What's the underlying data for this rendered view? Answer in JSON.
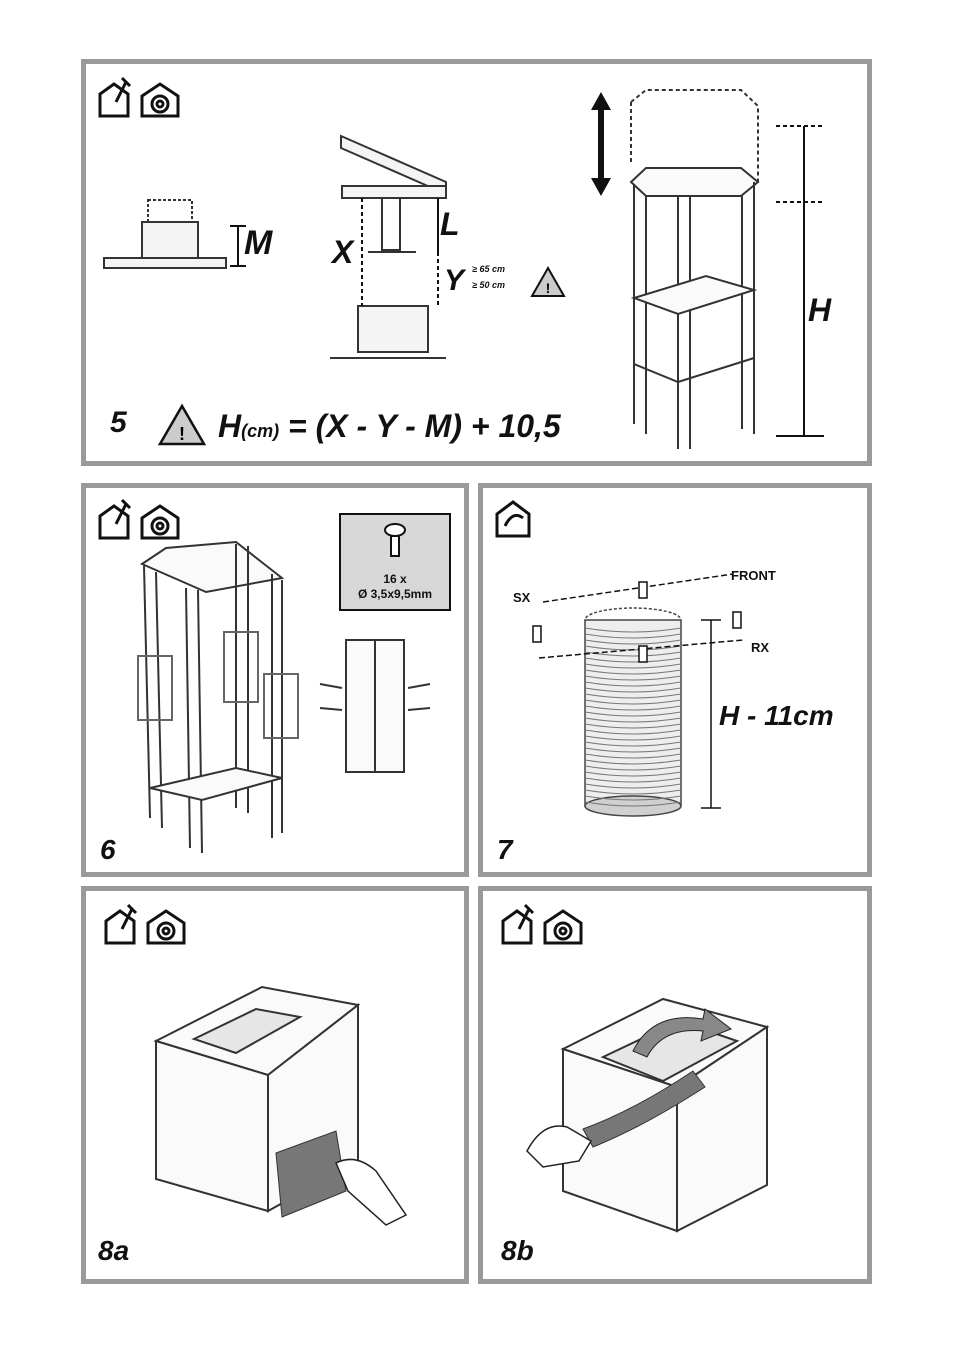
{
  "fig5": {
    "number": "5",
    "formula_h": "H",
    "formula_unit": "(cm)",
    "formula_rest": "= (X - Y - M) + 10,5",
    "label_m": "M",
    "label_x": "X",
    "label_l": "L",
    "label_y": "Y",
    "y_min_electric": "≥ 65 cm",
    "y_min_gas": "≥ 50 cm",
    "label_h": "H"
  },
  "fig6": {
    "number": "6",
    "screw_qty": "16 x",
    "screw_size": "Ø 3,5x9,5mm"
  },
  "fig7": {
    "number": "7",
    "front": "FRONT",
    "sx": "SX",
    "rx": "RX",
    "length": "H - 11cm"
  },
  "fig8a": {
    "number": "8a"
  },
  "fig8b": {
    "number": "8b"
  }
}
